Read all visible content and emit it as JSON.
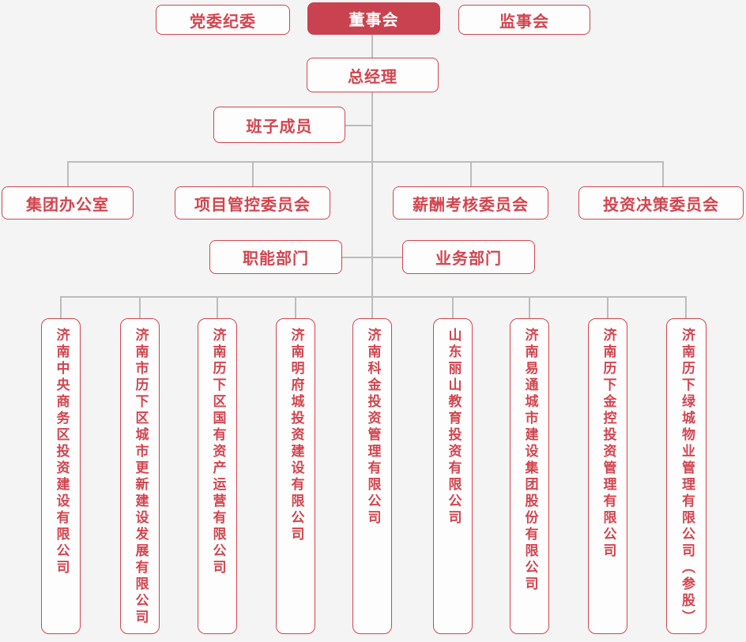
{
  "org_chart": {
    "top_row": [
      {
        "label": "党委纪委",
        "style": "outline"
      },
      {
        "label": "董事会",
        "style": "filled"
      },
      {
        "label": "监事会",
        "style": "outline"
      }
    ],
    "general_manager": {
      "label": "总经理"
    },
    "leadership_team": {
      "label": "班子成员"
    },
    "committees": [
      {
        "label": "集团办公室"
      },
      {
        "label": "项目管控委员会"
      },
      {
        "label": "薪酬考核委员会"
      },
      {
        "label": "投资决策委员会"
      }
    ],
    "departments": [
      {
        "label": "职能部门"
      },
      {
        "label": "业务部门"
      }
    ],
    "subsidiaries": [
      {
        "label": "济南中央商务区投资建设有限公司"
      },
      {
        "label": "济南市历下区城市更新建设发展有限公司"
      },
      {
        "label": "济南历下区国有资产运营有限公司"
      },
      {
        "label": "济南明府城投资建设有限公司"
      },
      {
        "label": "济南科金投资管理有限公司"
      },
      {
        "label": "山东丽山教育投资有限公司"
      },
      {
        "label": "济南易通城市建设集团股份有限公司"
      },
      {
        "label": "济南历下金控投资管理有限公司"
      },
      {
        "label": "济南历下绿城物业管理有限公司（参股）"
      }
    ],
    "colors": {
      "background": "#f4f4f4",
      "node_background": "#fdfdfd",
      "accent_red": "#d2454f",
      "filled_red": "#c9424f",
      "filled_text": "#ffffff",
      "connector_gray": "#bcbcbc"
    }
  }
}
